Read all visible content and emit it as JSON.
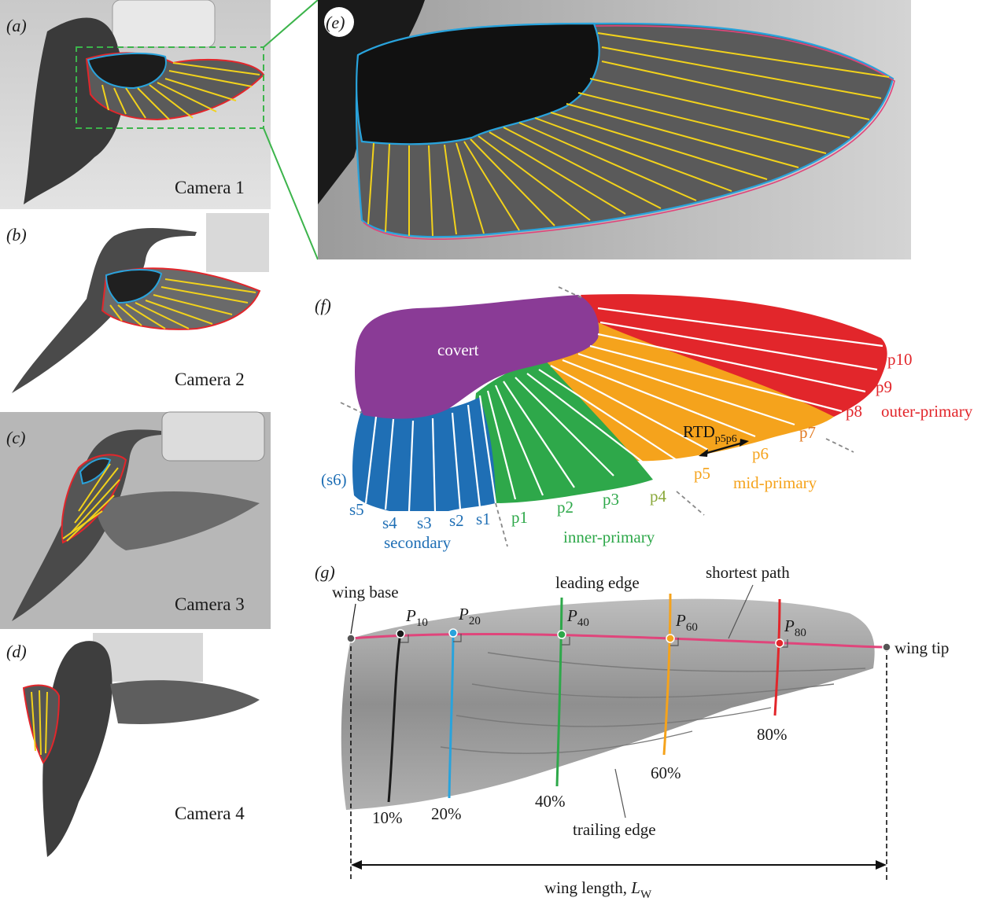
{
  "panels": {
    "a": "(a)",
    "b": "(b)",
    "c": "(c)",
    "d": "(d)",
    "e": "(e)",
    "f": "(f)",
    "g": "(g)"
  },
  "cameras": {
    "cam1": "Camera 1",
    "cam2": "Camera 2",
    "cam3": "Camera 3",
    "cam4": "Camera 4"
  },
  "wing_diagram": {
    "covert": "covert",
    "secondaries": [
      "(s6)",
      "s5",
      "s4",
      "s3",
      "s2",
      "s1"
    ],
    "secondary_group": "secondary",
    "inner_primaries": [
      "p1",
      "p2",
      "p3",
      "p4"
    ],
    "inner_group": "inner-primary",
    "mid_primaries": [
      "p5",
      "p6",
      "p7"
    ],
    "mid_group": "mid-primary",
    "outer_primaries": [
      "p8",
      "p9",
      "p10"
    ],
    "outer_group": "outer-primary",
    "rtd_main": "RTD",
    "rtd_sub": "p5p6",
    "colors": {
      "covert": "#8a3b96",
      "secondary": "#1f6fb5",
      "inner": "#2ea84a",
      "mid": "#f5a31c",
      "outer": "#e2262b",
      "p4_label": "#8aa83a",
      "p7_label": "#e27a22"
    }
  },
  "wing_geometry": {
    "wing_base": "wing base",
    "leading_edge": "leading edge",
    "shortest_path": "shortest path",
    "wing_tip": "wing tip",
    "trailing_edge": "trailing edge",
    "wing_length_main": "wing length, ",
    "wing_length_L": "L",
    "wing_length_sub": "W",
    "points": [
      {
        "main": "P",
        "sub": "10",
        "pct": "10%",
        "color": "#1a1a1a"
      },
      {
        "main": "P",
        "sub": "20",
        "pct": "20%",
        "color": "#29a3dc"
      },
      {
        "main": "P",
        "sub": "40",
        "pct": "40%",
        "color": "#2ea84a"
      },
      {
        "main": "P",
        "sub": "60",
        "pct": "60%",
        "color": "#f5a31c"
      },
      {
        "main": "P",
        "sub": "80",
        "pct": "80%",
        "color": "#e2262b"
      }
    ],
    "path_color": "#e0457b"
  }
}
